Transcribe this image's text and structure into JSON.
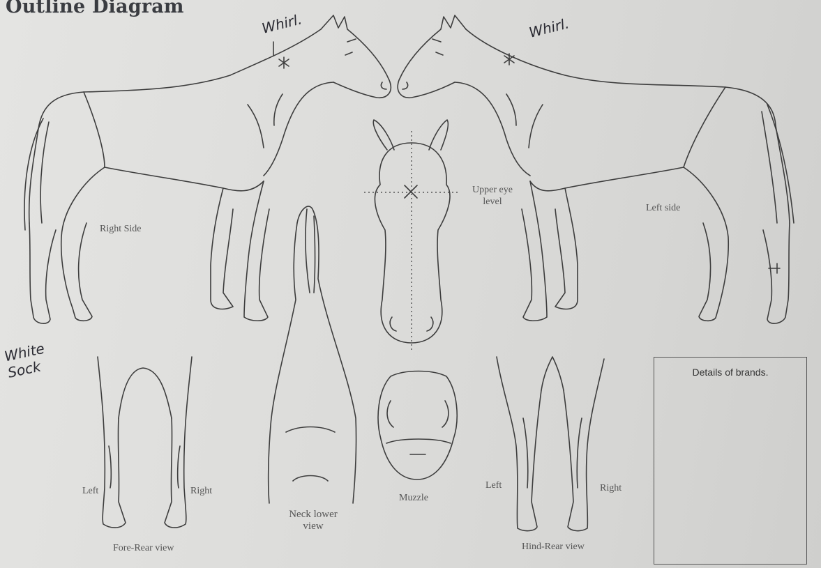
{
  "title": "Outline Diagram",
  "labels": {
    "right_side": "Right Side",
    "left_side": "Left side",
    "upper_eye_level": "Upper eye level",
    "neck_lower_view": "Neck lower view",
    "muzzle": "Muzzle",
    "fore_left": "Left",
    "fore_right": "Right",
    "fore_rear_view": "Fore-Rear view",
    "hind_left": "Left",
    "hind_right": "Right",
    "hind_rear_view": "Hind-Rear view"
  },
  "brands_box": {
    "title": "Details of brands."
  },
  "handwritten": {
    "whirl_right": "Whirl.",
    "whirl_left": "Whirl.",
    "white_sock": "White Sock"
  },
  "markings": [
    "whirl-mark",
    "whirl-mark",
    "white-sock-mark",
    "face-whorl-mark",
    "hind-leg-tick-mark"
  ],
  "colors": {
    "paper": "#dddddb",
    "ink": "#3d3d3d",
    "pen": "#2b2b33"
  }
}
